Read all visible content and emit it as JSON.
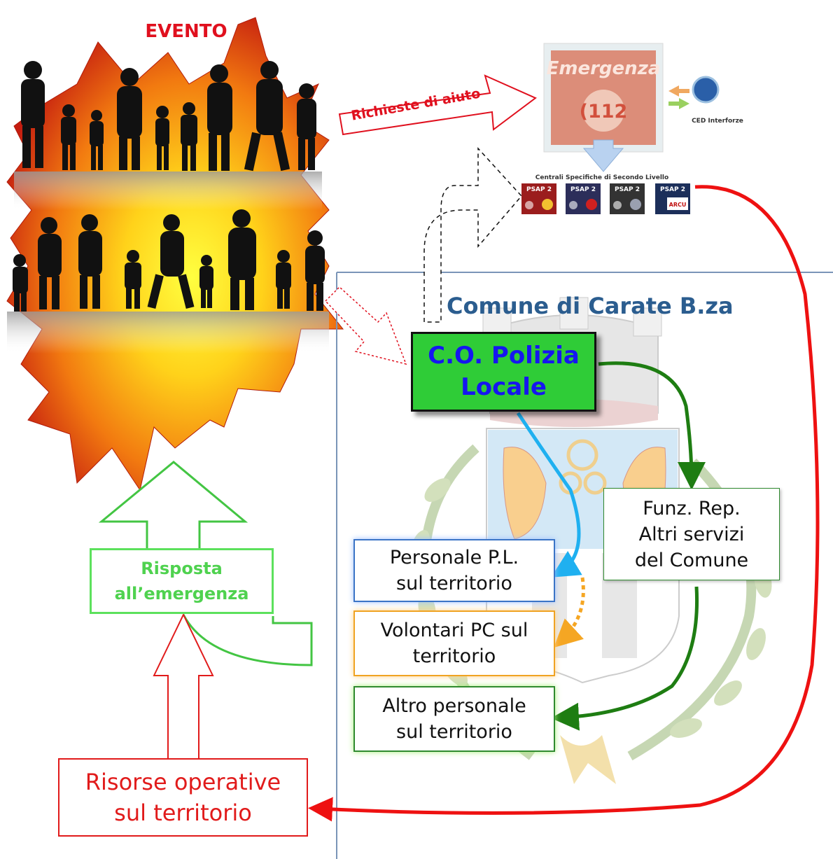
{
  "colors": {
    "event_red": "#e0101e",
    "comune_blue": "#2b5d8f",
    "co_green": "#2fcc37",
    "co_text": "#1616f0",
    "arrow_blue": "#1fb0f0",
    "arrow_green": "#1e7d12",
    "arrow_orange": "#f5a623",
    "arrow_red": "#ee1111",
    "risposta_green": "#4fd24f"
  },
  "evento": {
    "label": "EVENTO"
  },
  "richieste": {
    "label": "Richieste di aiuto"
  },
  "emergenza": {
    "title": "Emergenza",
    "number": "112",
    "ced_label": "CED Interforze",
    "second_level_title": "Centrali Specifiche di Secondo Livello",
    "psap": [
      {
        "label": "PSAP 2"
      },
      {
        "label": "PSAP 2"
      },
      {
        "label": "PSAP 2"
      },
      {
        "label": "PSAP 2",
        "sub": "ARCU"
      }
    ]
  },
  "comune": {
    "title": "Comune di Carate B.za"
  },
  "co": {
    "label": "C.O. Polizia\nLocale"
  },
  "boxes": {
    "funz": "Funz. Rep.\nAltri servizi\ndel Comune",
    "personale_pl": "Personale P.L.\nsul territorio",
    "volontari": "Volontari PC sul\nterritorio",
    "altro": "Altro personale\nsul territorio",
    "risorse": "Risorse operative\nsul territorio",
    "risposta": "Risposta\nall’emergenza"
  }
}
